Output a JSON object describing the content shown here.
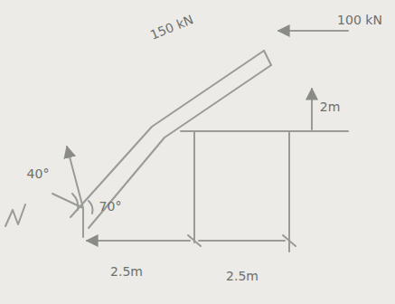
{
  "diagram": {
    "labels": [
      "150 kN",
      "100 kN",
      "2m",
      "2.5m",
      "2.5m",
      "40°",
      "70°"
    ]
  }
}
